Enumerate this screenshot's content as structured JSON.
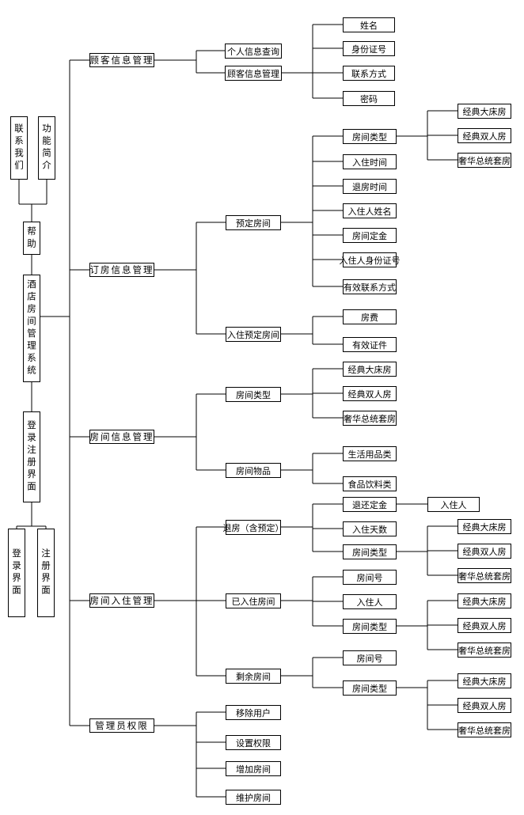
{
  "nodes": {
    "contact": "联系我们",
    "intro": "功能简介",
    "help": "帮助",
    "system": "酒店房间管理系统",
    "login_register": "登录注册界面",
    "login": "登录界面",
    "register": "注册界面",
    "customer_mgmt": "顾客信息管理",
    "personal_query": "个人信息查询",
    "customer_info_mgmt": "顾客信息管理",
    "name": "姓名",
    "id_number": "身份证号",
    "contact_method": "联系方式",
    "password": "密码",
    "booking_mgmt": "订房信息管理",
    "reserve_room": "预定房间",
    "room_type_1": "房间类型",
    "king_1": "经典大床房",
    "twin_1": "经典双人房",
    "suite_1": "奢华总统套房",
    "checkin_time": "入住时间",
    "checkout_time": "退房时间",
    "guest_name": "入住人姓名",
    "deposit": "房间定金",
    "guest_id": "入住人身份证号",
    "valid_contact": "有效联系方式",
    "checkin_reserved": "入住预定房间",
    "room_fee": "房费",
    "valid_doc": "有效证件",
    "room_info_mgmt": "房间信息管理",
    "room_type_2": "房间类型",
    "king_2": "经典大床房",
    "twin_2": "经典双人房",
    "suite_2": "奢华总统套房",
    "room_items": "房间物品",
    "daily_items": "生活用品类",
    "food_drinks": "食品饮料类",
    "checkin_mgmt": "房间入住管理",
    "checkout": "退房（含预定）",
    "refund_deposit": "退还定金",
    "occupant_1": "入住人",
    "stay_days": "入住天数",
    "room_type_3": "房间类型",
    "king_3": "经典大床房",
    "twin_3": "经典双人房",
    "suite_3": "奢华总统套房",
    "occupied": "已入住房间",
    "room_no_1": "房间号",
    "occupant_2": "入住人",
    "room_type_4": "房间类型",
    "king_4": "经典大床房",
    "twin_4": "经典双人房",
    "suite_4": "奢华总统套房",
    "vacant": "剩余房间",
    "room_no_2": "房间号",
    "room_type_5": "房间类型",
    "king_5": "经典大床房",
    "twin_5": "经典双人房",
    "suite_5": "奢华总统套房",
    "admin": "管理员权限",
    "remove_user": "移除用户",
    "set_perm": "设置权限",
    "add_room": "增加房间",
    "maintain_room": "维护房间"
  }
}
